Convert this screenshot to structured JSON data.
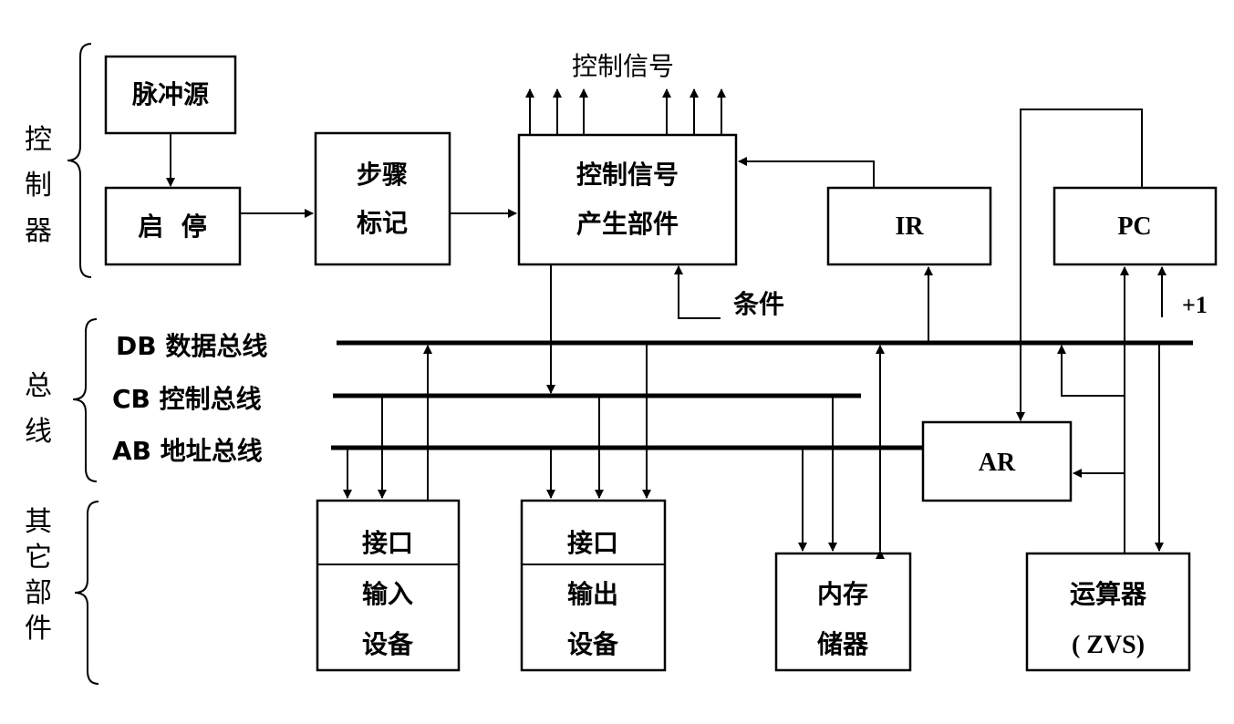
{
  "side_labels": {
    "controller": [
      "控",
      "制",
      "器"
    ],
    "bus": [
      "总",
      "线"
    ],
    "other": [
      "其",
      "它",
      "部",
      "件"
    ]
  },
  "blocks": {
    "pulse_source": "脉冲源",
    "start_stop": "启  停",
    "step_marker": [
      "步骤",
      "标记"
    ],
    "signal_generator": [
      "控制信号",
      "产生部件"
    ],
    "ir": "IR",
    "pc": "PC",
    "ar": "AR",
    "input_device": {
      "interface": "接口",
      "lines": [
        "输入",
        "设备"
      ]
    },
    "output_device": {
      "interface": "接口",
      "lines": [
        "输出",
        "设备"
      ]
    },
    "memory": [
      "内存",
      "储器"
    ],
    "alu": [
      "运算器",
      "( ZVS)"
    ]
  },
  "labels": {
    "control_signals": "控制信号",
    "condition": "条件",
    "plus_one": "+1",
    "data_bus": "DB 数据总线",
    "control_bus": "CB 控制总线",
    "address_bus": "AB 地址总线"
  }
}
